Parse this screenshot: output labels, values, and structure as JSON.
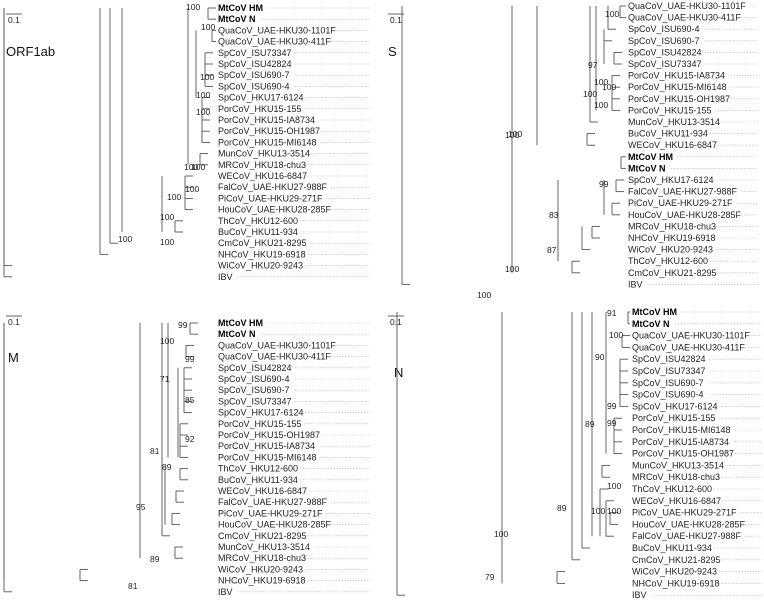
{
  "panels": [
    {
      "title": "ORF1ab",
      "scale_label": "0.1",
      "taxa": [
        {
          "name": "MtCoV HM",
          "bold": true
        },
        {
          "name": "MtCoV N",
          "bold": true
        },
        {
          "name": "QuaCoV_UAE-HKU30-1101F"
        },
        {
          "name": "QuaCoV_UAE-HKU30-411F"
        },
        {
          "name": "SpCoV_ISU73347"
        },
        {
          "name": "SpCoV_ISU42824"
        },
        {
          "name": "SpCoV_ISU690-7"
        },
        {
          "name": "SpCoV_ISU690-4"
        },
        {
          "name": "SpCoV_HKU17-6124"
        },
        {
          "name": "PorCoV_HKU15-155"
        },
        {
          "name": "PorCoV_HKU15-IA8734"
        },
        {
          "name": "PorCoV_HKU15-OH1987"
        },
        {
          "name": "PorCoV_HKU15-MI6148"
        },
        {
          "name": "MunCoV_HKU13-3514"
        },
        {
          "name": "MRCoV_HKU18-chu3"
        },
        {
          "name": "WECoV_HKU16-6847"
        },
        {
          "name": "FalCoV_UAE-HKU27-988F"
        },
        {
          "name": "PiCoV_UAE-HKU29-271F"
        },
        {
          "name": "HouCoV_UAE-HKU28-285F"
        },
        {
          "name": "ThCoV_HKU12-600"
        },
        {
          "name": "BuCoV_HKU11-934"
        },
        {
          "name": "CmCoV_HKU21-8295"
        },
        {
          "name": "NHCoV_HKU19-6918"
        },
        {
          "name": "WiCoV_HKU20-9243"
        },
        {
          "name": "IBV"
        }
      ],
      "bootstrap": [
        "100",
        "100",
        "100",
        "100",
        "100",
        "100",
        "100",
        "100",
        "100",
        "100",
        "100",
        "100"
      ]
    },
    {
      "title": "S",
      "scale_label": "0.1",
      "taxa": [
        {
          "name": "QuaCoV_UAE-HKU30-1101F"
        },
        {
          "name": "QuaCoV_UAE-HKU30-411F"
        },
        {
          "name": "SpCoV_ISU690-4"
        },
        {
          "name": "SpCoV_ISU690-7"
        },
        {
          "name": "SpCoV_ISU42824"
        },
        {
          "name": "SpCoV_ISU73347"
        },
        {
          "name": "PorCoV_HKU15-IA8734"
        },
        {
          "name": "PorCoV_HKU15-MI6148"
        },
        {
          "name": "PorCoV_HKU15-OH1987"
        },
        {
          "name": "PorCoV_HKU15-155"
        },
        {
          "name": "MunCoV_HKU13-3514"
        },
        {
          "name": "BuCoV_HKU11-934"
        },
        {
          "name": "WECoV_HKU16-6847"
        },
        {
          "name": "MtCoV HM",
          "bold": true
        },
        {
          "name": "MtCoV N",
          "bold": true
        },
        {
          "name": "SpCoV_HKU17-6124"
        },
        {
          "name": "FalCoV_UAE-HKU27-988F"
        },
        {
          "name": "PiCoV_UAE-HKU29-271F"
        },
        {
          "name": "HouCoV_UAE-HKU28-285F"
        },
        {
          "name": "MRCoV_HKU18-chu3"
        },
        {
          "name": "NHCoV_HKU19-6918"
        },
        {
          "name": "WiCoV_HKU20-9243"
        },
        {
          "name": "ThCoV_HKU12-600"
        },
        {
          "name": "CmCoV_HKU21-8295"
        },
        {
          "name": "IBV"
        }
      ],
      "bootstrap": [
        "100",
        "100",
        "100",
        "97",
        "100",
        "100",
        "99",
        "100",
        "83",
        "100",
        "87",
        "100",
        "100"
      ]
    },
    {
      "title": "M",
      "scale_label": "0.1",
      "taxa": [
        {
          "name": "MtCoV HM",
          "bold": true
        },
        {
          "name": "MtCoV N",
          "bold": true
        },
        {
          "name": "QuaCoV_UAE-HKU30-1101F"
        },
        {
          "name": "QuaCoV_UAE-HKU30-411F"
        },
        {
          "name": "SpCoV_ISU42824"
        },
        {
          "name": "SpCoV_ISU690-4"
        },
        {
          "name": "SpCoV_ISU690-7"
        },
        {
          "name": "SpCoV_ISU73347"
        },
        {
          "name": "SpCoV_HKU17-6124"
        },
        {
          "name": "PorCoV_HKU15-155"
        },
        {
          "name": "PorCoV_HKU15-OH1987"
        },
        {
          "name": "PorCoV_HKU15-IA8734"
        },
        {
          "name": "PorCoV_HKU15-MI6148"
        },
        {
          "name": "ThCoV_HKU12-600"
        },
        {
          "name": "BuCoV_HKU11-934"
        },
        {
          "name": "WECoV_HKU16-6847"
        },
        {
          "name": "FalCoV_UAE-HKU27-988F"
        },
        {
          "name": "PiCoV_UAE-HKU29-271F"
        },
        {
          "name": "HouCoV_UAE-HKU28-285F"
        },
        {
          "name": "CmCoV_HKU21-8295"
        },
        {
          "name": "MunCoV_HKU13-3514"
        },
        {
          "name": "MRCoV_HKU18-chu3"
        },
        {
          "name": "WiCoV_HKU20-9243"
        },
        {
          "name": "NHCoV_HKU19-6918"
        },
        {
          "name": "IBV"
        }
      ],
      "bootstrap": [
        "99",
        "100",
        "99",
        "85",
        "92",
        "71",
        "81",
        "89",
        "95",
        "89",
        "81"
      ]
    },
    {
      "title": "N",
      "scale_label": "0.1",
      "taxa": [
        {
          "name": "MtCoV HM",
          "bold": true
        },
        {
          "name": "MtCoV N",
          "bold": true
        },
        {
          "name": "QuaCoV_UAE-HKU30-1101F"
        },
        {
          "name": "QuaCoV_UAE-HKU30-411F"
        },
        {
          "name": "SpCoV_ISU42824"
        },
        {
          "name": "SpCoV_ISU73347"
        },
        {
          "name": "SpCoV_ISU690-7"
        },
        {
          "name": "SpCoV_ISU690-4"
        },
        {
          "name": "SpCoV_HKU17-6124"
        },
        {
          "name": "PorCoV_HKU15-155"
        },
        {
          "name": "PorCoV_HKU15-MI6148"
        },
        {
          "name": "PorCoV_HKU15-IA8734"
        },
        {
          "name": "PorCoV_HKU15-OH1987"
        },
        {
          "name": "MunCoV_HKU13-3514"
        },
        {
          "name": "MRCoV_HKU18-chu3"
        },
        {
          "name": "ThCoV_HKU12-600"
        },
        {
          "name": "WECoV_HKU16-6847"
        },
        {
          "name": "PiCoV_UAE-HKU29-271F"
        },
        {
          "name": "HouCoV_UAE-HKU28-285F"
        },
        {
          "name": "FalCoV_UAE-HKU27-988F"
        },
        {
          "name": "BuCoV_HKU11-934"
        },
        {
          "name": "CmCoV_HKU21-8295"
        },
        {
          "name": "WiCoV_HKU20-9243"
        },
        {
          "name": "NHCoV_HKU19-6918"
        },
        {
          "name": "IBV"
        }
      ],
      "bootstrap": [
        "91",
        "100",
        "90",
        "99",
        "99",
        "89",
        "100",
        "100",
        "100",
        "89",
        "100",
        "79"
      ]
    }
  ]
}
